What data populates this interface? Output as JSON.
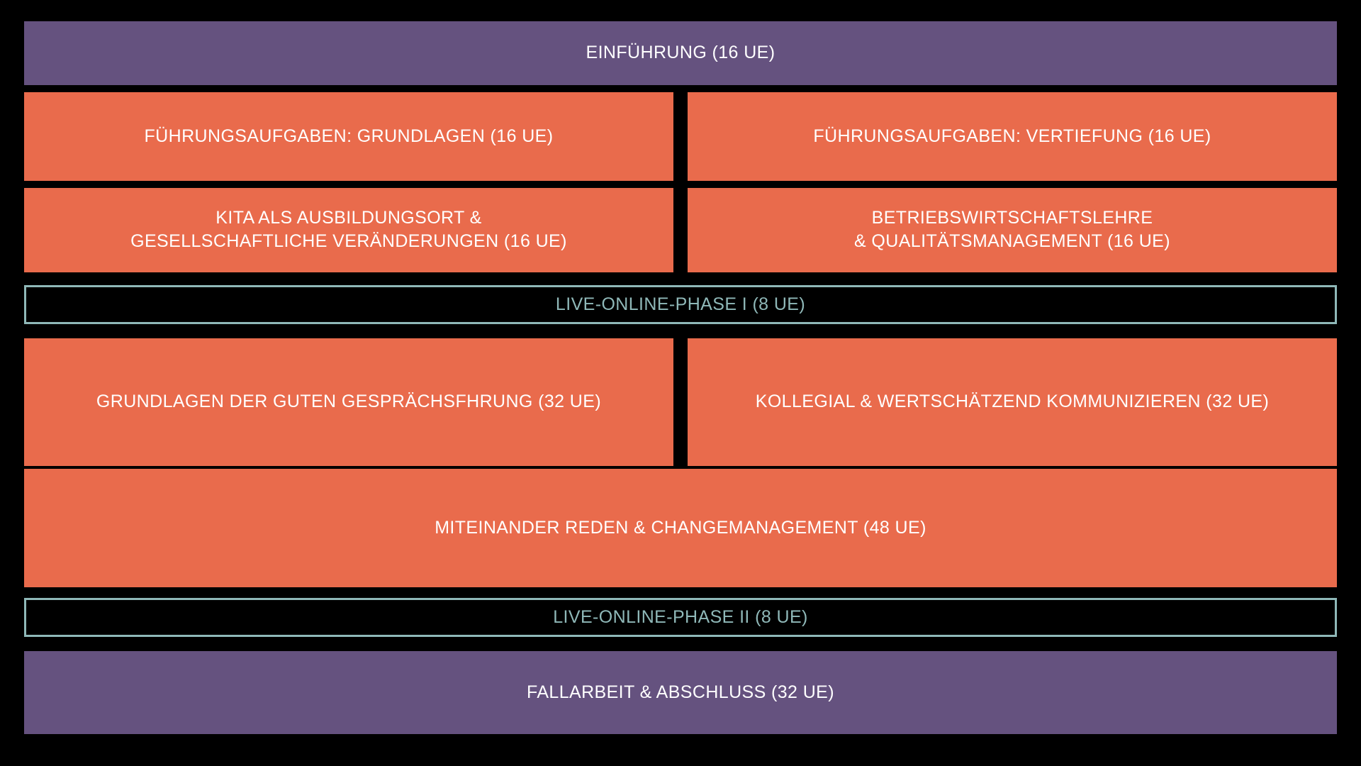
{
  "diagram": {
    "type": "curriculum-flow",
    "background_color": "#000000",
    "colors": {
      "purple": "#65527F",
      "orange": "#E96B4C",
      "teal": "#8FB8B8",
      "text_light": "#FFFFFF"
    },
    "rows": [
      {
        "id": "intro",
        "blocks": [
          {
            "id": "einfuehrung",
            "style": "purple",
            "label": "EINFÜHRUNG (16 UE)",
            "units": "16 UE"
          }
        ]
      },
      {
        "id": "fuehrungsaufgaben",
        "blocks": [
          {
            "id": "fuehrung-grundlagen",
            "style": "orange",
            "label": "FÜHRUNGSAUFGABEN: GRUNDLAGEN (16 UE)",
            "units": "16 UE"
          },
          {
            "id": "fuehrung-vertiefung",
            "style": "orange",
            "label": "FÜHRUNGSAUFGABEN: VERTIEFUNG (16 UE)",
            "units": "16 UE"
          }
        ]
      },
      {
        "id": "kita-bwl",
        "blocks": [
          {
            "id": "kita-ausbildungsort",
            "style": "orange",
            "label": "KITA ALS AUSBILDUNGSORT &\nGESELLSCHAFTLICHE VERÄNDERUNGEN (16 UE)",
            "units": "16 UE"
          },
          {
            "id": "betriebswirtschaftslehre",
            "style": "orange",
            "label": "BETRIEBSWIRTSCHAFTSLEHRE\n& QUALITÄTSMANAGEMENT (16 UE)",
            "units": "16 UE"
          }
        ]
      },
      {
        "id": "live-online-1",
        "blocks": [
          {
            "id": "live-online-phase-1",
            "style": "outline",
            "label": "LIVE-ONLINE-PHASE I (8 UE)",
            "units": "8 UE"
          }
        ]
      },
      {
        "id": "gespraechsfuehrung",
        "blocks": [
          {
            "id": "grundlagen-gespraechsfuehrung",
            "style": "orange",
            "label": "GRUNDLAGEN DER GUTEN GESPRÄCHSFHRUNG (32 UE)",
            "units": "32 UE"
          },
          {
            "id": "kollegial-kommunizieren",
            "style": "orange",
            "label": "KOLLEGIAL & WERTSCHÄTZEND KOMMUNIZIEREN (32 UE)",
            "units": "32 UE"
          }
        ]
      },
      {
        "id": "miteinander",
        "blocks": [
          {
            "id": "miteinander-reden",
            "style": "orange",
            "label": "MITEINANDER REDEN & CHANGEMANAGEMENT (48 UE)",
            "units": "48 UE"
          }
        ]
      },
      {
        "id": "live-online-2",
        "blocks": [
          {
            "id": "live-online-phase-2",
            "style": "outline",
            "label": "LIVE-ONLINE-PHASE II (8 UE)",
            "units": "8 UE"
          }
        ]
      },
      {
        "id": "fallarbeit",
        "blocks": [
          {
            "id": "fallarbeit-abschluss",
            "style": "purple",
            "label": "FALLARBEIT & ABSCHLUSS (32 UE)",
            "units": "32 UE"
          }
        ]
      }
    ]
  }
}
